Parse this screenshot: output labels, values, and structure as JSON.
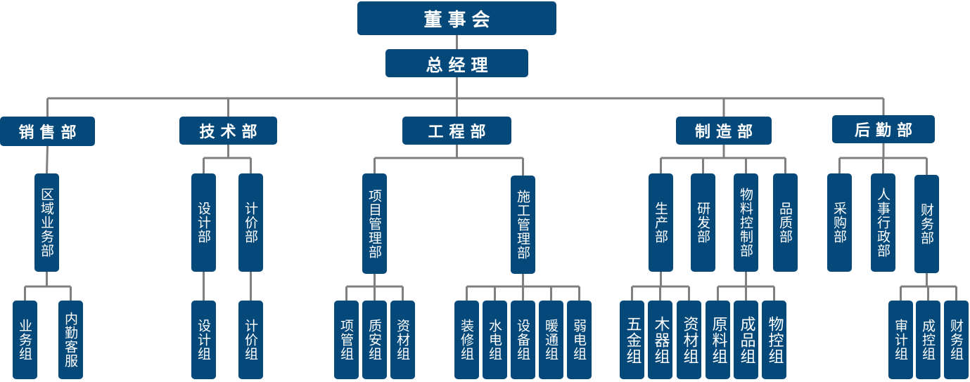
{
  "colors": {
    "box": "#05497a",
    "text": "#ffffff",
    "line": "#7f7f7f"
  },
  "board": "董事会",
  "ceo": "总经理",
  "departments": [
    {
      "name": "销售部",
      "units": [
        {
          "name": "区域业务部",
          "teams": [
            "业务组",
            "内勤客服"
          ]
        }
      ]
    },
    {
      "name": "技术部",
      "units": [
        {
          "name": "设计部",
          "teams": [
            "设计组"
          ]
        },
        {
          "name": "计价部",
          "teams": [
            "计价组"
          ]
        }
      ]
    },
    {
      "name": "工程部",
      "units": [
        {
          "name": "项目管理部",
          "teams": [
            "项管组",
            "质安组",
            "资材组"
          ]
        },
        {
          "name": "施工管理部",
          "teams": [
            "装修组",
            "水电组",
            "设备组",
            "暖通组",
            "弱电组"
          ]
        }
      ]
    },
    {
      "name": "制造部",
      "units": [
        {
          "name": "生产部",
          "teams": [
            "五金组",
            "木器组",
            "资材组"
          ]
        },
        {
          "name": "研发部",
          "teams": []
        },
        {
          "name": "物料控制部",
          "teams": [
            "原料组",
            "成品组",
            "物控组"
          ]
        },
        {
          "name": "品质部",
          "teams": []
        }
      ]
    },
    {
      "name": "后勤部",
      "units": [
        {
          "name": "采购部",
          "teams": []
        },
        {
          "name": "人事行政部",
          "teams": []
        },
        {
          "name": "财务部",
          "teams": [
            "审计组",
            "成控组",
            "财务组"
          ]
        }
      ]
    }
  ]
}
